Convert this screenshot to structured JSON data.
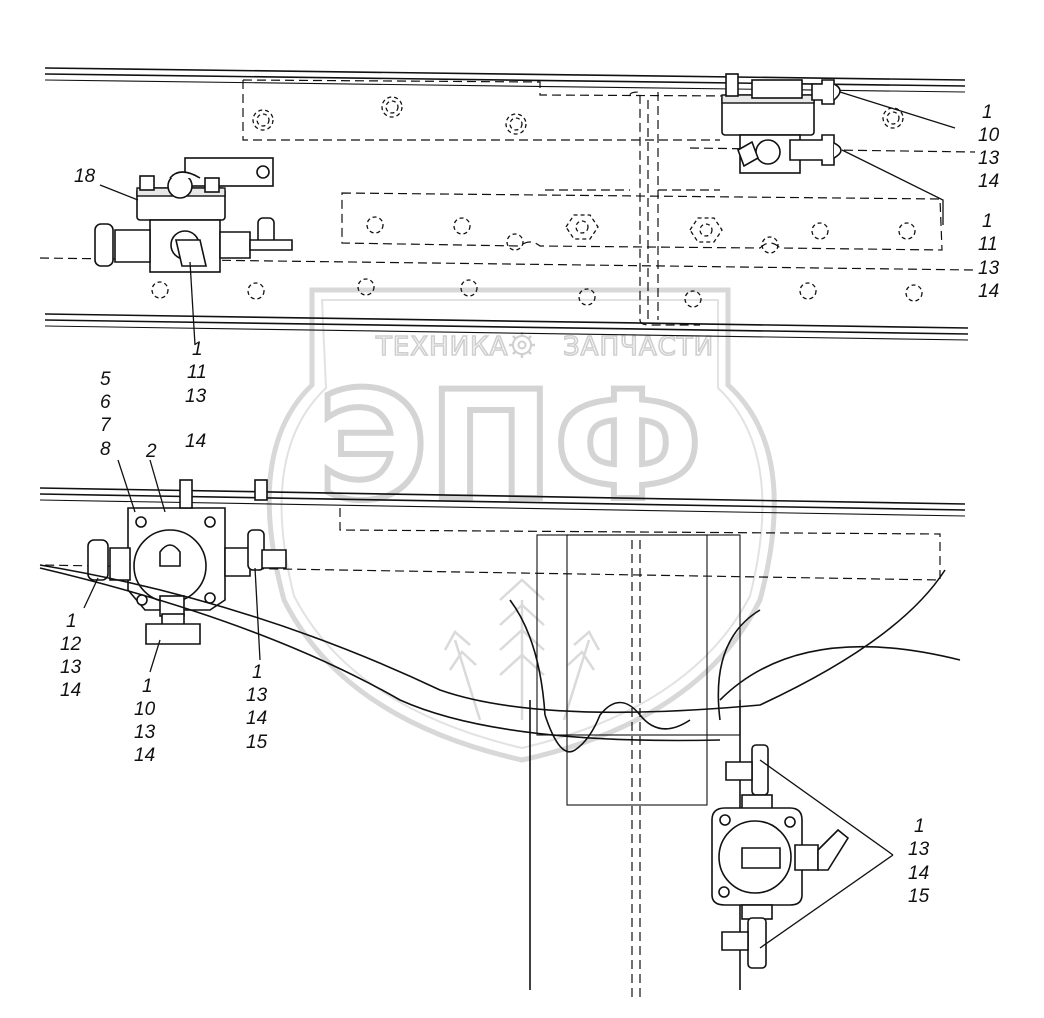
{
  "watermark": {
    "brand_left": "ТЕХНИКА",
    "brand_right": "ЗАПЧАСТИ",
    "logo_letters": "ЭПФ"
  },
  "callouts": {
    "top_right_a": [
      "1",
      "10",
      "13",
      "14"
    ],
    "top_right_b": [
      "1",
      "11",
      "13",
      "14"
    ],
    "left_valve_item": "18",
    "left_valve_group": [
      "1",
      "11",
      "13",
      "14"
    ],
    "mid_left_group": [
      "5",
      "6",
      "7",
      "8"
    ],
    "mid_left_item": "2",
    "mid_left_outlet": [
      "1",
      "12",
      "13",
      "14"
    ],
    "mid_bottom_outlet": [
      "1",
      "10",
      "13",
      "14"
    ],
    "mid_right_outlet": [
      "1",
      "13",
      "14",
      "15"
    ],
    "bottom_right_group": [
      "1",
      "13",
      "14",
      "15"
    ]
  }
}
